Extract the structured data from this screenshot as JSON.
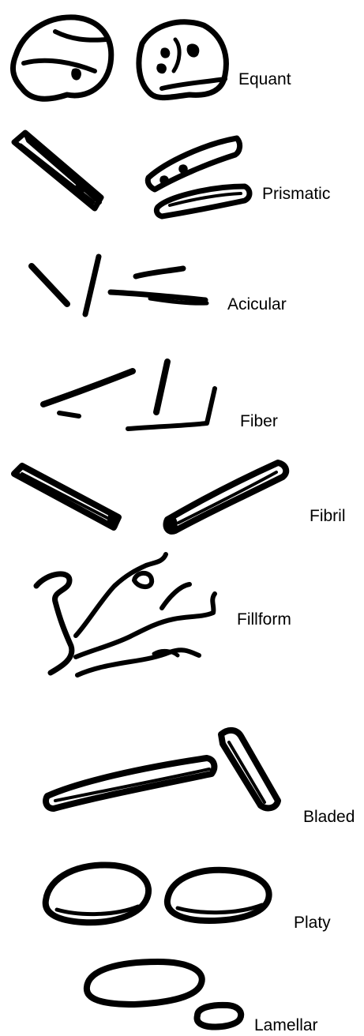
{
  "labels": {
    "equant": "Equant",
    "prismatic": "Prismatic",
    "acicular": "Acicular",
    "fiber": "Fiber",
    "fibril": "Fibril",
    "fillform": "Fillform",
    "bladed": "Bladed",
    "platy": "Platy",
    "lamellar": "Lamellar"
  },
  "colors": {
    "ink": "#000000",
    "background": "#ffffff"
  }
}
